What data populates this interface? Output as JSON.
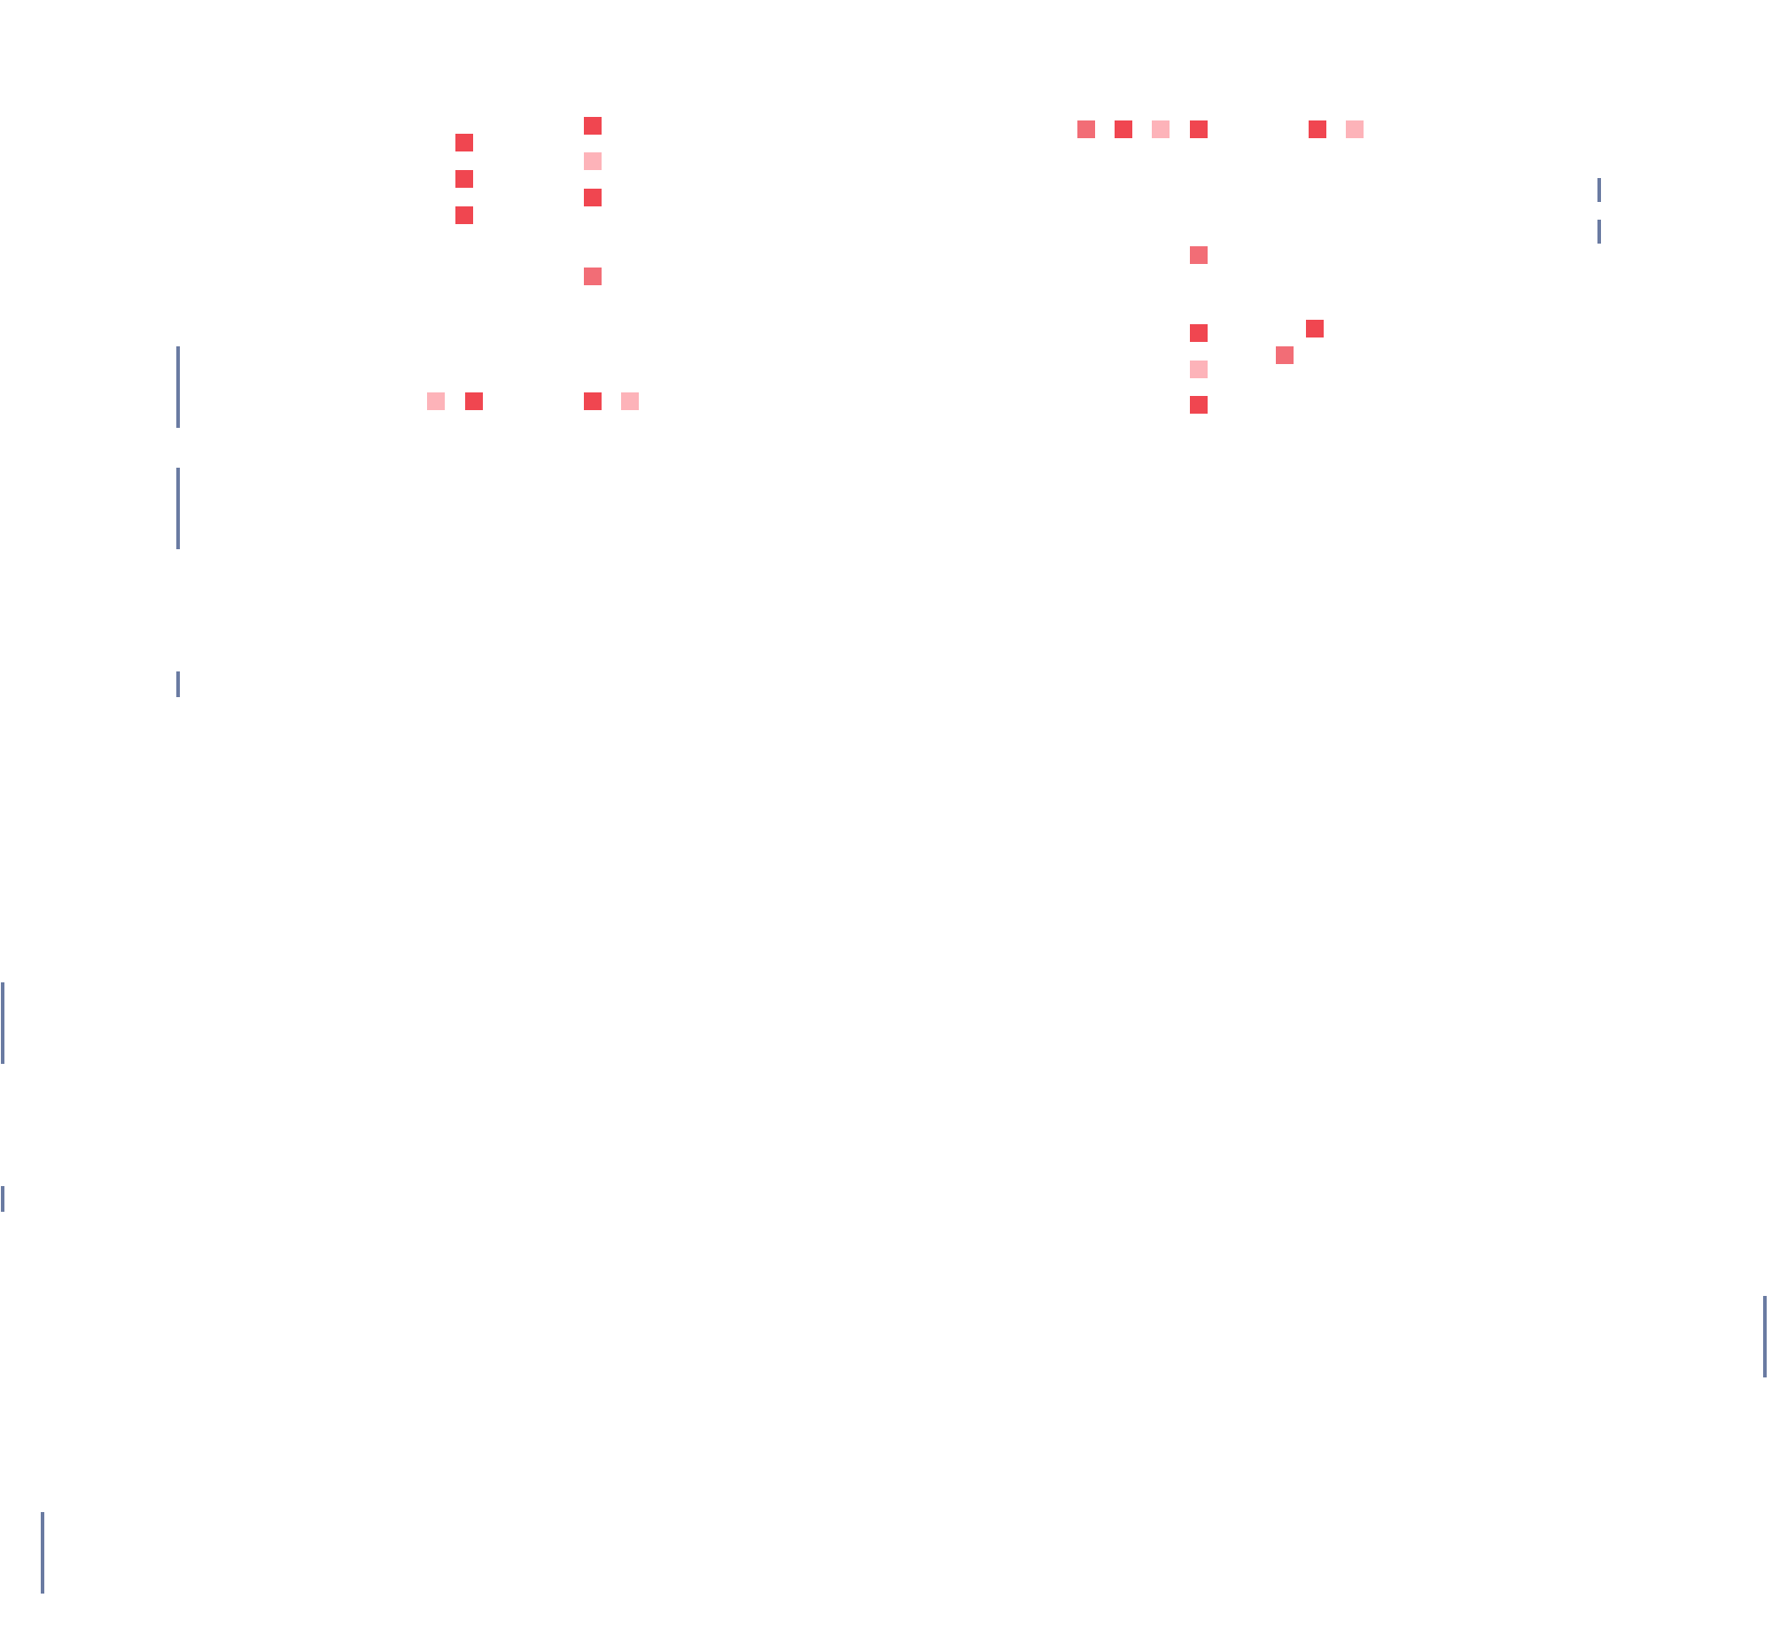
{
  "palette": {
    "strong": "#f04650",
    "medium": "#f26d76",
    "light": "#fdb3b9",
    "bar": "#6a7ba2",
    "background": "#ffffff"
  },
  "markers": {
    "squares": [
      {
        "name": "square-a1",
        "shade": "strong"
      },
      {
        "name": "square-a2",
        "shade": "strong"
      },
      {
        "name": "square-a3",
        "shade": "strong"
      },
      {
        "name": "square-b1",
        "shade": "strong"
      },
      {
        "name": "square-b2",
        "shade": "light"
      },
      {
        "name": "square-b3",
        "shade": "strong"
      },
      {
        "name": "square-b4",
        "shade": "medium"
      },
      {
        "name": "square-c1",
        "shade": "light"
      },
      {
        "name": "square-c2",
        "shade": "strong"
      },
      {
        "name": "square-c3",
        "shade": "strong"
      },
      {
        "name": "square-c4",
        "shade": "light"
      },
      {
        "name": "square-d1",
        "shade": "medium"
      },
      {
        "name": "square-d2",
        "shade": "strong"
      },
      {
        "name": "square-d3",
        "shade": "light"
      },
      {
        "name": "square-d4",
        "shade": "strong"
      },
      {
        "name": "square-d5",
        "shade": "strong"
      },
      {
        "name": "square-d6",
        "shade": "light"
      },
      {
        "name": "square-e1",
        "shade": "medium"
      },
      {
        "name": "square-e2",
        "shade": "strong"
      },
      {
        "name": "square-e3",
        "shade": "light"
      },
      {
        "name": "square-e4",
        "shade": "strong"
      },
      {
        "name": "square-f1",
        "shade": "strong"
      },
      {
        "name": "square-f2",
        "shade": "medium"
      }
    ],
    "bars": [
      {
        "name": "bar-1"
      },
      {
        "name": "bar-2"
      },
      {
        "name": "bar-3"
      },
      {
        "name": "bar-4"
      },
      {
        "name": "bar-5"
      },
      {
        "name": "bar-6"
      },
      {
        "name": "bar-7"
      },
      {
        "name": "bar-8"
      },
      {
        "name": "bar-9"
      }
    ]
  }
}
